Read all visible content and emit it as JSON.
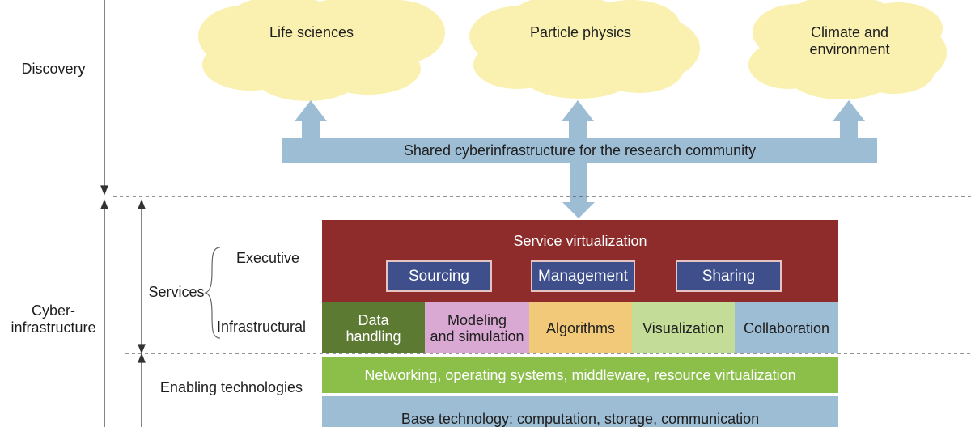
{
  "clouds": {
    "life_sciences": "Life sciences",
    "particle_physics": "Particle physics",
    "climate_line1": "Climate and",
    "climate_line2": "environment"
  },
  "banner": "Shared cyberinfrastructure for the research community",
  "left_labels": {
    "discovery": "Discovery",
    "cyber_line1": "Cyber-",
    "cyber_line2": "infrastructure",
    "services": "Services",
    "executive": "Executive",
    "infrastructural": "Infrastructural",
    "enabling": "Enabling technologies"
  },
  "service_virtualization": {
    "title": "Service virtualization",
    "items": [
      "Sourcing",
      "Management",
      "Sharing"
    ]
  },
  "infrastructural_boxes": [
    {
      "line1": "Data",
      "line2": "handling",
      "color": "#5c7a32",
      "text_color": "#ffffff"
    },
    {
      "line1": "Modeling",
      "line2": "and simulation",
      "color": "#d9a9d4",
      "text_color": "#1e1e1e"
    },
    {
      "line1": "Algorithms",
      "line2": "",
      "color": "#f2c879",
      "text_color": "#1e1e1e"
    },
    {
      "line1": "Visualization",
      "line2": "",
      "color": "#c3dc97",
      "text_color": "#1e1e1e"
    },
    {
      "line1": "Collaboration",
      "line2": "",
      "color": "#9dbdd5",
      "text_color": "#1e1e1e"
    }
  ],
  "enabling_bar": "Networking, operating systems, middleware, resource virtualization",
  "base_bar": "Base technology: computation, storage, communication",
  "colors": {
    "cloud": "#faf0b0",
    "banner": "#9dbdd5",
    "service_red": "#8e2b2b",
    "inner_blue": "#3f4f8c",
    "enabling_green": "#8cbf4a",
    "base_blue": "#9dbdd5"
  }
}
